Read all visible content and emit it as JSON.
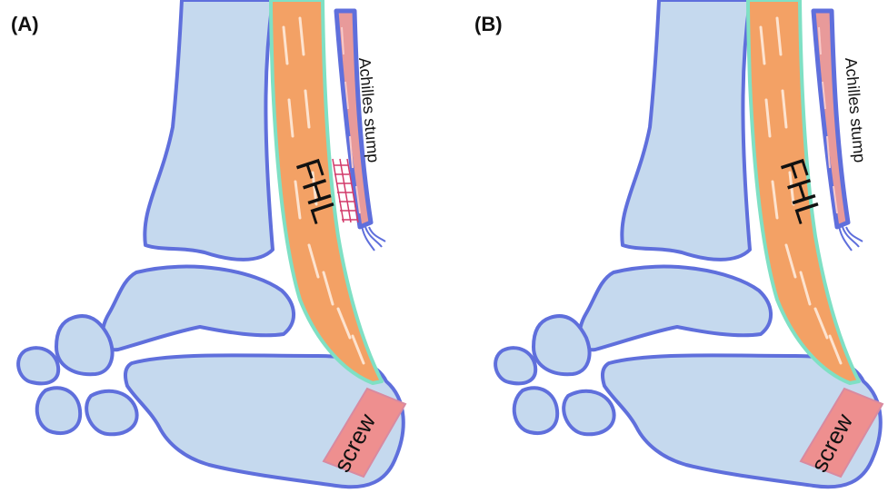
{
  "panels": [
    {
      "label": "(A)",
      "tendon_label": "FHL",
      "stump_label": "Achilles stump",
      "screw_label": "screw"
    },
    {
      "label": "(B)",
      "tendon_label": "FHL",
      "stump_label": "Achilles stump",
      "screw_label": "screw"
    }
  ],
  "colors": {
    "bone_fill": "#c5d9ee",
    "bone_stroke": "#5f6fdc",
    "tendon_fill": "#f3a165",
    "tendon_edge": "#7fe0c4",
    "stump_fill": "#e89a9a",
    "screw_fill": "#ee8f8f",
    "suture": "#d23a6a"
  }
}
